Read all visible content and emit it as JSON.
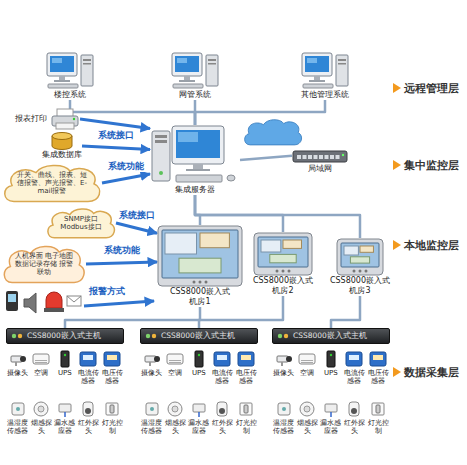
{
  "diagram": {
    "nodes": [
      {
        "text": [
          "楼控系统"
        ]
      },
      {
        "text": [
          "网管系统"
        ]
      },
      {
        "text": [
          "其他管理系统"
        ]
      },
      {
        "text": [
          "报表打印"
        ]
      },
      {
        "text": [
          "集成数据库"
        ]
      },
      {
        "text": [
          "集成服务器"
        ]
      },
      {
        "text": [
          "局域网"
        ]
      },
      {
        "text": [
          "开关、曲线、报表、短信报警、声光报警、E-mail报警"
        ]
      },
      {
        "text": [
          "SNMP接口 Modbus接口"
        ]
      },
      {
        "text": [
          "人机界面 电子地图 数据记录存储 报警联动"
        ]
      },
      {
        "text": [
          "CSS8000嵌入式",
          "机房1"
        ]
      },
      {
        "text": [
          "CSS8000嵌入式",
          "机房2"
        ]
      },
      {
        "text": [
          "CSS8000嵌入式",
          "机房3"
        ]
      },
      {
        "text": [
          "CSS8000嵌入式主机"
        ]
      },
      {
        "text": [
          "CSS8000嵌入式主机"
        ]
      },
      {
        "text": [
          "CSS8000嵌入式主机"
        ]
      },
      {
        "text": [
          "摄像头"
        ]
      },
      {
        "text": [
          "空调"
        ]
      },
      {
        "text": [
          "UPS"
        ]
      },
      {
        "text": [
          "电流传感器"
        ]
      },
      {
        "text": [
          "电压传感器"
        ]
      },
      {
        "text": [
          "温湿度传感器"
        ]
      },
      {
        "text": [
          "烟感探头"
        ]
      },
      {
        "text": [
          "漏水感应器"
        ]
      },
      {
        "text": [
          "红外探头"
        ]
      },
      {
        "text": [
          "灯光控制"
        ]
      },
      {
        "text": [
          "摄像头"
        ]
      },
      {
        "text": [
          "空调"
        ]
      },
      {
        "text": [
          "UPS"
        ]
      },
      {
        "text": [
          "电流传感器"
        ]
      },
      {
        "text": [
          "电压传感器"
        ]
      },
      {
        "text": [
          "温湿度传感器"
        ]
      },
      {
        "text": [
          "烟感探头"
        ]
      },
      {
        "text": [
          "漏水感应器"
        ]
      },
      {
        "text": [
          "红外探头"
        ]
      },
      {
        "text": [
          "灯光控制"
        ]
      },
      {
        "text": [
          "摄像头"
        ]
      },
      {
        "text": [
          "空调"
        ]
      },
      {
        "text": [
          "UPS"
        ]
      },
      {
        "text": [
          "电流传感器"
        ]
      },
      {
        "text": [
          "电压传感器"
        ]
      },
      {
        "text": [
          "温湿度传感器"
        ]
      },
      {
        "text": [
          "烟感探头"
        ]
      },
      {
        "text": [
          "漏水感应器"
        ]
      },
      {
        "text": [
          "红外探头"
        ]
      },
      {
        "text": [
          "灯光控制"
        ]
      }
    ],
    "edges": [
      {
        "from": 0,
        "to": 5,
        "arrow": "none"
      },
      {
        "from": 1,
        "to": 5,
        "arrow": "none"
      },
      {
        "from": 2,
        "to": 5,
        "arrow": "none"
      },
      {
        "from": 3,
        "to": 5,
        "arrow": "to"
      },
      {
        "from": 4,
        "to": 5,
        "label": "系统接口",
        "arrow": "to"
      },
      {
        "from": 7,
        "to": 5,
        "label": "系统功能",
        "arrow": "to"
      },
      {
        "from": 5,
        "to": 6,
        "arrow": "none"
      },
      {
        "from": 5,
        "to": 10,
        "arrow": "none"
      },
      {
        "from": 5,
        "to": 11,
        "arrow": "none"
      },
      {
        "from": 5,
        "to": 12,
        "arrow": "none"
      },
      {
        "from": 8,
        "to": 10,
        "label": "系统接口",
        "arrow": "to"
      },
      {
        "from": 9,
        "to": 10,
        "label": "系统功能",
        "arrow": "to"
      },
      {
        "from": 10,
        "to": 13,
        "arrow": "none"
      },
      {
        "from": 11,
        "to": 14,
        "arrow": "none"
      },
      {
        "from": 12,
        "to": 15,
        "arrow": "none"
      }
    ],
    "labels": [
      "远程管理层",
      "集中监控层",
      "本地监控层",
      "数据采集层",
      "报警方式"
    ]
  }
}
